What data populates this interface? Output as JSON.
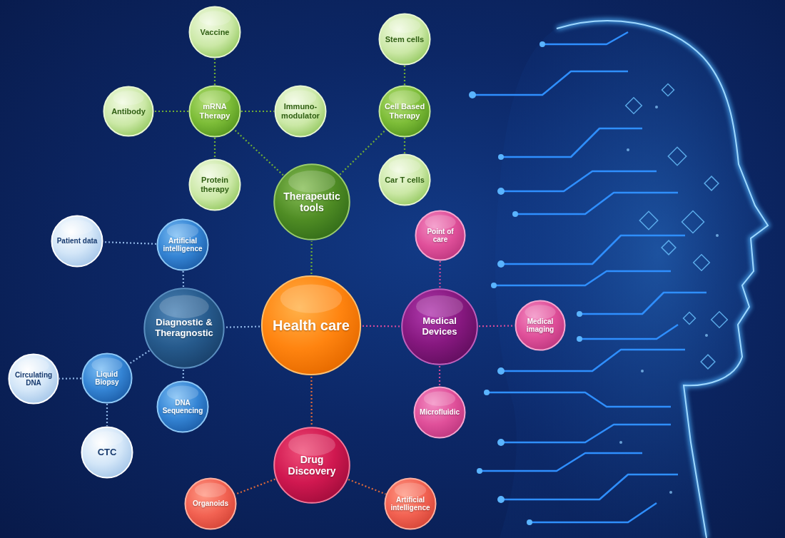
{
  "diagram": {
    "nodes": [
      {
        "text": [
          "Vaccine"
        ]
      },
      {
        "text": [
          "Stem cells"
        ]
      },
      {
        "text": [
          "Antibody"
        ]
      },
      {
        "text": [
          "mRNA Therapy"
        ]
      },
      {
        "text": [
          "Immuno- modulator"
        ]
      },
      {
        "text": [
          "Cell Based Therapy"
        ]
      },
      {
        "text": [
          "Car T cells"
        ]
      },
      {
        "text": [
          "Protein therapy"
        ]
      },
      {
        "text": [
          "Therapeutic tools"
        ]
      },
      {
        "text": [
          "Patient data"
        ]
      },
      {
        "text": [
          "Artificial intelligence"
        ]
      },
      {
        "text": [
          "Point of care"
        ]
      },
      {
        "text": [
          "Diagnostic & Theragnostic"
        ]
      },
      {
        "text": [
          "Health care"
        ]
      },
      {
        "text": [
          "Medical Devices"
        ]
      },
      {
        "text": [
          "Medical imaging"
        ]
      },
      {
        "text": [
          "Circulating DNA"
        ]
      },
      {
        "text": [
          "Liquid Biopsy"
        ]
      },
      {
        "text": [
          "DNA Sequencing"
        ]
      },
      {
        "text": [
          "Microfluidic"
        ]
      },
      {
        "text": [
          "CTC"
        ]
      },
      {
        "text": [
          "Drug Discovery"
        ]
      },
      {
        "text": [
          "Organoids"
        ]
      },
      {
        "text": [
          "Artificial intelligence"
        ]
      }
    ],
    "edges": [
      {
        "from": 13,
        "to": 8,
        "arrow": "none"
      },
      {
        "from": 13,
        "to": 12,
        "arrow": "none"
      },
      {
        "from": 13,
        "to": 14,
        "arrow": "none"
      },
      {
        "from": 13,
        "to": 21,
        "arrow": "none"
      },
      {
        "from": 8,
        "to": 3,
        "arrow": "none"
      },
      {
        "from": 8,
        "to": 5,
        "arrow": "none"
      },
      {
        "from": 3,
        "to": 0,
        "arrow": "none"
      },
      {
        "from": 3,
        "to": 2,
        "arrow": "none"
      },
      {
        "from": 3,
        "to": 4,
        "arrow": "none"
      },
      {
        "from": 3,
        "to": 7,
        "arrow": "none"
      },
      {
        "from": 5,
        "to": 1,
        "arrow": "none"
      },
      {
        "from": 5,
        "to": 6,
        "arrow": "none"
      },
      {
        "from": 12,
        "to": 10,
        "arrow": "none"
      },
      {
        "from": 10,
        "to": 9,
        "arrow": "none"
      },
      {
        "from": 12,
        "to": 17,
        "arrow": "none"
      },
      {
        "from": 12,
        "to": 18,
        "arrow": "none"
      },
      {
        "from": 17,
        "to": 16,
        "arrow": "none"
      },
      {
        "from": 17,
        "to": 20,
        "arrow": "none"
      },
      {
        "from": 14,
        "to": 11,
        "arrow": "none"
      },
      {
        "from": 14,
        "to": 15,
        "arrow": "none"
      },
      {
        "from": 14,
        "to": 19,
        "arrow": "none"
      },
      {
        "from": 21,
        "to": 22,
        "arrow": "none"
      },
      {
        "from": 21,
        "to": 23,
        "arrow": "none"
      }
    ]
  }
}
